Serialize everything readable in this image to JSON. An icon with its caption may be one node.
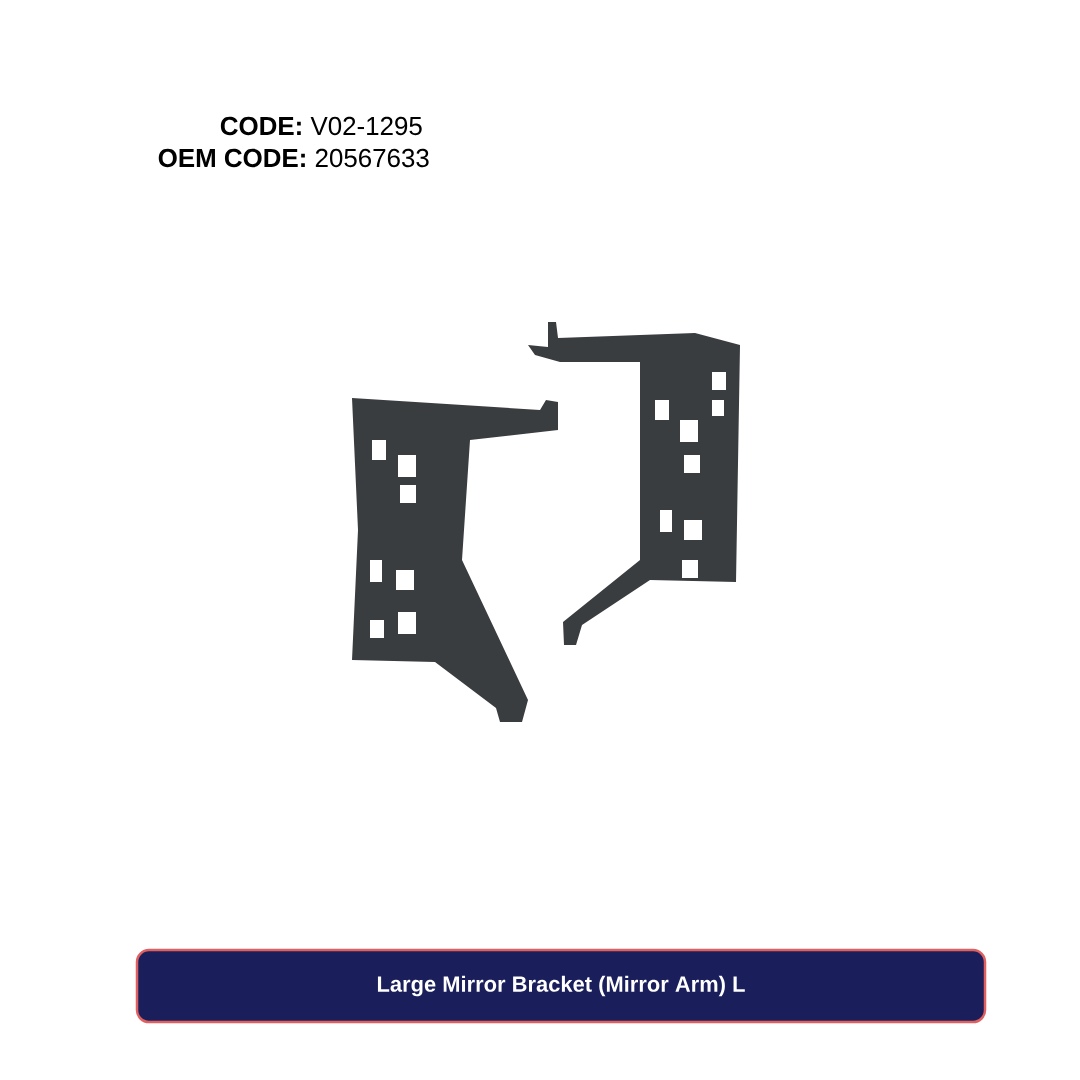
{
  "diagram": {
    "nodes": [
      {
        "text": [
          "Large Mirror Bracket (Mirror Arm) L"
        ]
      }
    ],
    "labels": [
      "**CODE:** V02-1295",
      "**OEM CODE:** 20567633"
    ]
  }
}
